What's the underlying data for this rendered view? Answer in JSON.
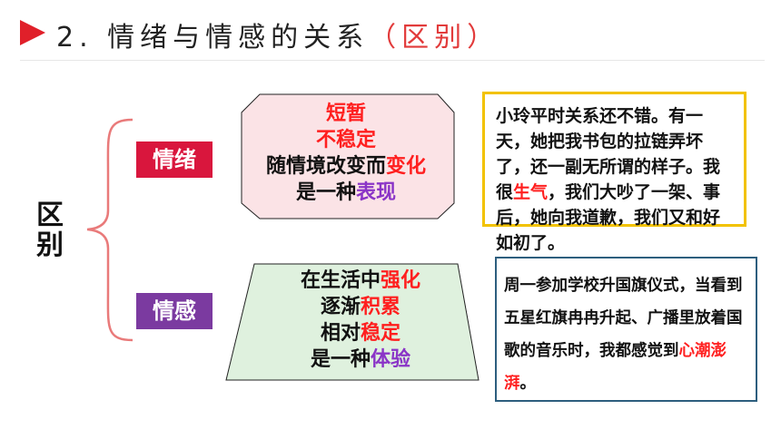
{
  "title": {
    "main": "2. 情绪与情感的关系",
    "paren": "（区别）"
  },
  "side_label": [
    "区",
    "别"
  ],
  "emotion": {
    "badge": "情绪",
    "lines": [
      {
        "a": "短暂",
        "a_color": "red"
      },
      {
        "a": "不稳定",
        "a_color": "red"
      },
      {
        "a": "随情境改变而",
        "b": "变化",
        "b_color": "red"
      },
      {
        "a": "是一种",
        "b": "表现",
        "b_color": "purple"
      }
    ],
    "case": {
      "before": "小玲平时关系还不错。有一天，她把我书包的拉链弄坏了，还一副无所谓的样子。我很",
      "highlight": "生气",
      "after": "，我们大吵了一架、事后，她向我道歉，我们又和好如初了。"
    }
  },
  "feeling": {
    "badge": "情感",
    "lines": [
      {
        "a": "在生活中",
        "b": "强化",
        "b_color": "red"
      },
      {
        "a": "逐渐",
        "b": "积累",
        "b_color": "red"
      },
      {
        "a": "相对",
        "b": "稳定",
        "b_color": "red"
      },
      {
        "a": "是一种",
        "b": "体验",
        "b_color": "purple"
      }
    ],
    "case": {
      "before": "周一参加学校升国旗仪式，当看到五星红旗冉冉升起、广播里放着国歌的音乐时，我都感觉到",
      "highlight": "心潮澎湃",
      "after": "。"
    }
  },
  "colors": {
    "badge_emotion": "#d9163d",
    "badge_feeling": "#7b3aa0",
    "emphasis": "#ff1f1f",
    "emphasis_purple": "#8a34c7",
    "arrow": "#e0202a",
    "octagon_fill": "#fbe3e6",
    "trapezoid_fill": "#dff1de"
  }
}
